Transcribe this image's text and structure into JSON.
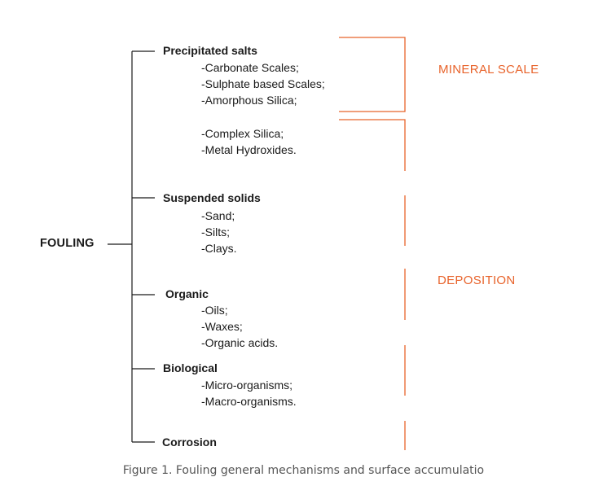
{
  "root": {
    "label": "FOULING"
  },
  "categories": [
    {
      "label": "Precipitated salts",
      "items": [
        "-Carbonate Scales;",
        "-Sulphate based Scales;",
        "-Amorphous Silica;"
      ]
    },
    {
      "label": "",
      "items": [
        "-Complex Silica;",
        "-Metal Hydroxides."
      ]
    },
    {
      "label": "Suspended solids",
      "items": [
        "-Sand;",
        "-Silts;",
        "-Clays."
      ]
    },
    {
      "label": "Organic",
      "items": [
        "-Oils;",
        "-Waxes;",
        "-Organic acids."
      ]
    },
    {
      "label": "Biological",
      "items": [
        "-Micro-organisms;",
        "-Macro-organisms."
      ]
    },
    {
      "label": "Corrosion",
      "items": []
    }
  ],
  "groups": [
    {
      "label": "MINERAL SCALE"
    },
    {
      "label": "DEPOSITION"
    }
  ],
  "caption": "Figure 1. Fouling general mechanisms and surface accumulatio",
  "colors": {
    "line": "#1a1a1a",
    "bracket": "#e8632b",
    "caption": "#555555"
  }
}
